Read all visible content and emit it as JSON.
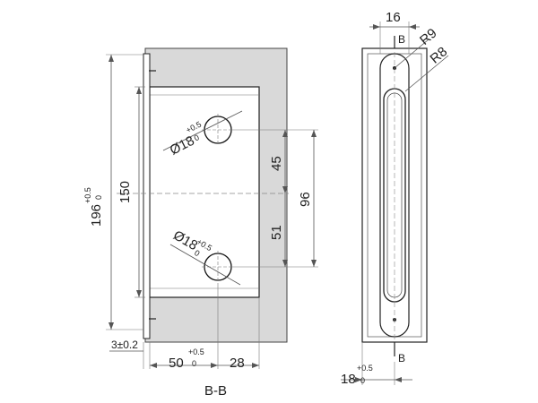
{
  "section_view": {
    "section_label": "B-B",
    "dim_overall_height": "196",
    "dim_overall_height_tol_upper": "+0.5",
    "dim_overall_height_tol_lower": "0",
    "dim_inner_height": "150",
    "dim_hole_upper_offset": "45",
    "dim_hole_lower_offset": "51",
    "dim_hole_spacing": "96",
    "dim_hole_upper_dia": "Ø18",
    "dim_hole_upper_tol_upper": "+0.5",
    "dim_hole_upper_tol_lower": "0",
    "dim_hole_lower_dia": "Ø18",
    "dim_hole_lower_tol_upper": "+0.5",
    "dim_hole_lower_tol_lower": "0",
    "dim_flange_thickness": "3±0.2",
    "dim_pocket_width": "50",
    "dim_pocket_width_tol_upper": "+0.5",
    "dim_pocket_width_tol_lower": "0",
    "dim_hole_edge_offset": "28"
  },
  "side_view": {
    "dim_top_width": "16",
    "dim_radius_large": "R9",
    "dim_radius_small": "R8",
    "section_mark_top": "B",
    "section_mark_bottom": "B",
    "dim_depth": "18",
    "dim_depth_tol_upper": "+0.5",
    "dim_depth_tol_lower": "0"
  }
}
